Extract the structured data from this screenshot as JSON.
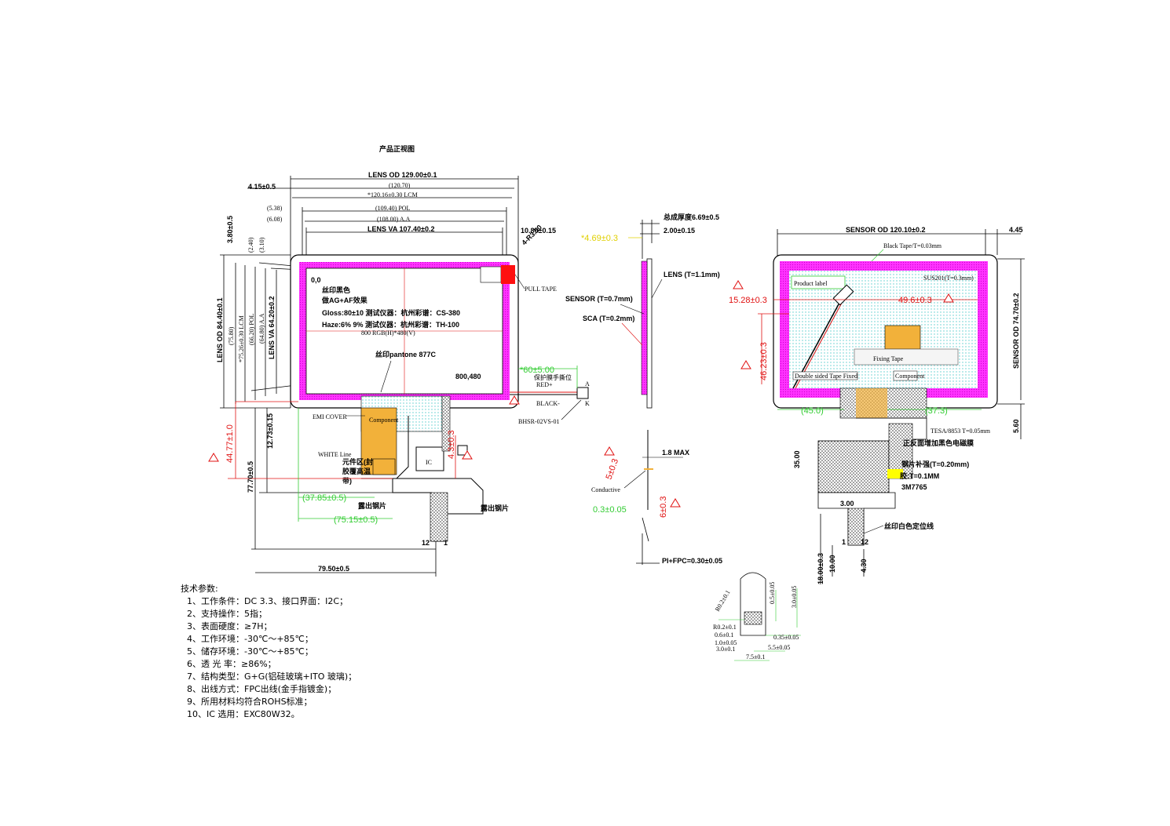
{
  "front_view": {
    "title": "产品正视图",
    "lens_od": "LENS OD 129.00±0.1",
    "dim_120_70": "(120.70)",
    "lcm": "*120.16±0.30 LCM",
    "dim_5_38": "(5.38)",
    "pol": "(109.40) POL",
    "dim_6_08": "(6.08)",
    "aa": "(108.00) A.A",
    "lens_va": "LENS VA 107.40±0.2",
    "left_offset": "4.15±0.5",
    "top_offset": "3.80±0.5",
    "dim_2_40": "(2.40)",
    "dim_3_10": "(3.10)",
    "right_offset": "10.80±0.15",
    "corner_r": "4-R3.50",
    "lens_od_v": "LENS OD 84.40±0.1",
    "v_75_80": "(75.80)",
    "v_lcm": "*75.26±0.30 LCM",
    "v_pol": "(66.20) POL",
    "v_aa": "(64.80) A.A",
    "lens_va_v": "LENS VA 64.20±0.2",
    "origin": "0,0",
    "end": "800,480",
    "print_note1": "丝印黑色",
    "print_note2": "做AG+AF效果",
    "gloss": "Gloss:80±10  测试仪器：杭州彩谱：CS-380",
    "haze": "Haze:6% 9%   测试仪器：杭州彩谱：TH-100",
    "resolution": "800 RGB(H)*480(V)",
    "pantone": "丝印pantone 877C",
    "pull_tape": "PULL TAPE",
    "wire_len": "*60±5.00",
    "wire_note": "保护膜手撕位",
    "red_label": "RED+",
    "black_label": "BLACK-",
    "connector": "BHSR-02VS-01",
    "conn_a": "A",
    "conn_k": "K",
    "emi_cover": "EMI COVER",
    "white_line": "WHITE Line",
    "component": "Component",
    "ic": "IC",
    "ic_note1": "元件区(封",
    "ic_note2": "胶覆高温",
    "ic_note3": "带)",
    "stiffener1": "露出钢片",
    "stiffener2": "露出钢片",
    "d_44_77": "44.77±1.0",
    "d_12_73": "12.73±0.15",
    "d_77_70": "77.70±0.5",
    "d_4_3": "4.3±0.3",
    "d_37_85": "(37.85±0.5)",
    "d_75_15": "(75.15±0.5)",
    "pin12": "12",
    "pin1": "1",
    "d_79_50": "79.50±0.5"
  },
  "side_view": {
    "total": "总成厚度6.69±0.5",
    "d_4_69": "*4.69±0.3",
    "d_2_00": "2.00±0.15",
    "lens": "LENS (T=1.1mm)",
    "sensor": "SENSOR (T=0.7mm)",
    "sca": "SCA (T=0.2mm)",
    "max": "1.8 MAX",
    "d_5": "5±0.3",
    "conductive": "Conductive",
    "d_6": "6±0.3",
    "d_0_3": "0.3±0.05",
    "pi_fpc": "PI+FPC=0.30±0.05"
  },
  "back_view": {
    "sensor_od": "SENSOR OD 120.10±0.2",
    "d_4_45": "4.45",
    "black_tape": "Black Tape/T=0.03mm",
    "sus": "SUS201(T=0.3mm)",
    "product_label": "Product label",
    "d_15_28": "15.28±0.3",
    "d_49_6": "49.6±0.3",
    "d_46_23": "46.23±0.3",
    "fixing_tape": "Fixing Tape",
    "double_tape": "Double sided Tape Fixed",
    "component": "Component",
    "d_45": "(45.0)",
    "d_37_3": "(37.3)",
    "sensor_od_v": "SENSOR OD 74.70±0.2",
    "d_5_60": "5.60",
    "tesa": "TESA/8853 T=0.05mm",
    "emi_note": "正反面增加黑色电磁膜",
    "d_35": "35.00",
    "stiffener": "钢片补强(T=0.20mm)",
    "glue": "胶:T=0.1MM",
    "tape3m": "3M7765",
    "d_3_00": "3.00",
    "print_line": "丝印白色定位线",
    "pin1": "1",
    "pin12": "12",
    "d_18": "18.00±0.3",
    "d_10": "10.00",
    "d_4_30": "4.30"
  },
  "detail_view": {
    "a1": "R0.2±0.1",
    "a2": "0.5±0.05",
    "a3": "3.0±0.05",
    "a4": "R0.2±0.1",
    "a5": "0.6±0.1",
    "a6": "1.0±0.05",
    "a7": "0.35±0.05",
    "a8": "5.5±0.05",
    "a9": "7.5±0.1",
    "a10": "3.0±0.1"
  },
  "specs": {
    "title": "技术参数:",
    "items": [
      "1、工作条件：DC 3.3、接口界面：I2C；",
      "2、支持操作：5指；",
      "3、表面硬度：≥7H；",
      "4、工作环境：-30℃～+85℃；",
      "5、储存环境：-30℃～+85℃；",
      "6、透 光 率：≥86%；",
      "7、结构类型：G+G(铝硅玻璃+ITO 玻璃)；",
      "8、出线方式：FPC出线(金手指镀金)；",
      "9、所用材料均符合ROHS标准；",
      "10、IC 选用：EXC80W32。"
    ]
  },
  "colors": {
    "magenta": "#ff00ff",
    "red": "#e01010",
    "green": "#33cc33",
    "yellow": "#e0d000",
    "orange": "#f2b13a"
  }
}
